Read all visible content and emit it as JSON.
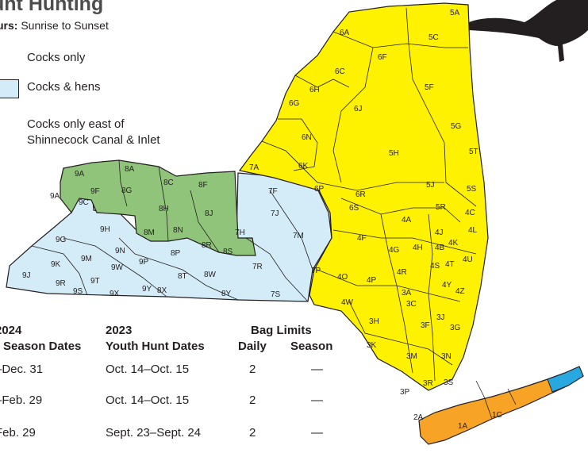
{
  "header": {
    "title": "unt Hunting",
    "hours_label": "urs:",
    "hours_value": "Sunrise to Sunset"
  },
  "legend": [
    {
      "label": "Cocks only",
      "color": "#fff200"
    },
    {
      "label": "Cocks & hens",
      "color": "#d4ebf8"
    },
    {
      "label_line1": "Cocks only east of",
      "label_line2": "Shinnecock Canal & Inlet",
      "color": "#f7a325"
    }
  ],
  "colors": {
    "yellow": "#fff200",
    "green": "#8fc47a",
    "light_blue": "#d4ebf8",
    "orange": "#f7a325",
    "blue": "#29a8e0",
    "border": "#231f20"
  },
  "zones": [
    "5A",
    "5C",
    "6A",
    "6F",
    "6C",
    "5F",
    "6H",
    "6G",
    "6J",
    "5G",
    "6N",
    "5H",
    "5T",
    "6K",
    "7A",
    "5J",
    "5S",
    "6P",
    "6R",
    "9A",
    "8A",
    "8C",
    "8F",
    "9F",
    "8G",
    "9A",
    "9C",
    "7F",
    "8H",
    "8J",
    "5R",
    "6S",
    "4C",
    "7J",
    "4J",
    "4A",
    "4L",
    "9H",
    "8M",
    "8N",
    "7H",
    "7M",
    "4F",
    "4B",
    "4K",
    "9G",
    "8R",
    "9N",
    "4G",
    "4H",
    "8P",
    "8S",
    "4S",
    "4T",
    "4U",
    "9K",
    "9M",
    "9P",
    "9W",
    "7R",
    "4R",
    "9J",
    "8T",
    "8W",
    "7P",
    "4Y",
    "4Z",
    "4O",
    "4P",
    "9R",
    "9T",
    "9S",
    "9X",
    "9Y",
    "8X",
    "8Y",
    "7S",
    "3A",
    "4W",
    "3C",
    "3H",
    "3J",
    "3F",
    "3G",
    "3K",
    "3M",
    "3N",
    "3R",
    "3S",
    "3P",
    "2A",
    "1A",
    "1C"
  ],
  "table": {
    "col1_line1": "2024",
    "col1_line2": "r Season Dates",
    "col2_line1": "2023",
    "col2_line2": "Youth Hunt Dates",
    "bag_limits": "Bag Limits",
    "daily": "Daily",
    "season": "Season",
    "rows": [
      {
        "season_dates": "–Dec. 31",
        "youth_dates": "Oct. 14–Oct. 15",
        "daily": "2",
        "season": "—"
      },
      {
        "season_dates": "–Feb. 29",
        "youth_dates": "Oct. 14–Oct. 15",
        "daily": "2",
        "season": "—"
      },
      {
        "season_dates": "Feb. 29",
        "youth_dates": "Sept. 23–Sept. 24",
        "daily": "2",
        "season": "—"
      }
    ]
  },
  "illustration": {
    "icon": "pheasant-silhouette"
  }
}
